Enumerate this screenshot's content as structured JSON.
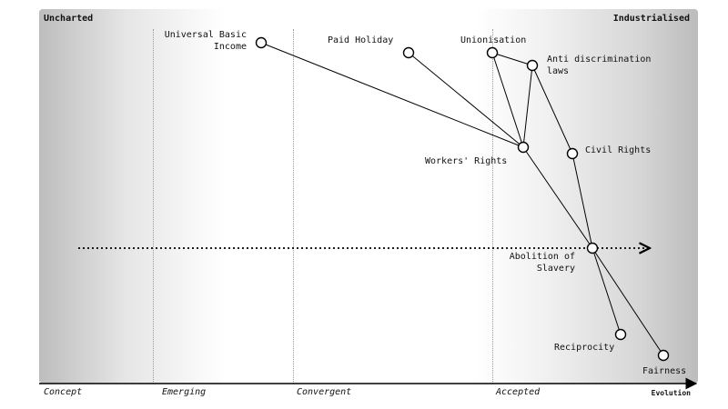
{
  "map": {
    "corner_left": "Uncharted",
    "corner_right": "Industrialised",
    "stages": [
      "Concept",
      "Emerging",
      "Convergent",
      "Accepted"
    ],
    "axis_label": "Evolution"
  },
  "components": [
    {
      "id": "ubi",
      "label": "Universal Basic\nIncome"
    },
    {
      "id": "paid-holiday",
      "label": "Paid Holiday"
    },
    {
      "id": "unionisation",
      "label": "Unionisation"
    },
    {
      "id": "anti-discrimination",
      "label": "Anti discrimination\nlaws"
    },
    {
      "id": "workers-rights",
      "label": "Workers' Rights"
    },
    {
      "id": "civil-rights",
      "label": "Civil Rights"
    },
    {
      "id": "abolition",
      "label": "Abolition of\nSlavery"
    },
    {
      "id": "reciprocity",
      "label": "Reciprocity"
    },
    {
      "id": "fairness",
      "label": "Fairness"
    }
  ],
  "links": [
    [
      "ubi",
      "workers-rights"
    ],
    [
      "paid-holiday",
      "workers-rights"
    ],
    [
      "unionisation",
      "workers-rights"
    ],
    [
      "unionisation",
      "anti-discrimination"
    ],
    [
      "anti-discrimination",
      "workers-rights"
    ],
    [
      "anti-discrimination",
      "civil-rights"
    ],
    [
      "workers-rights",
      "abolition"
    ],
    [
      "civil-rights",
      "abolition"
    ],
    [
      "abolition",
      "reciprocity"
    ],
    [
      "abolition",
      "fairness"
    ]
  ]
}
